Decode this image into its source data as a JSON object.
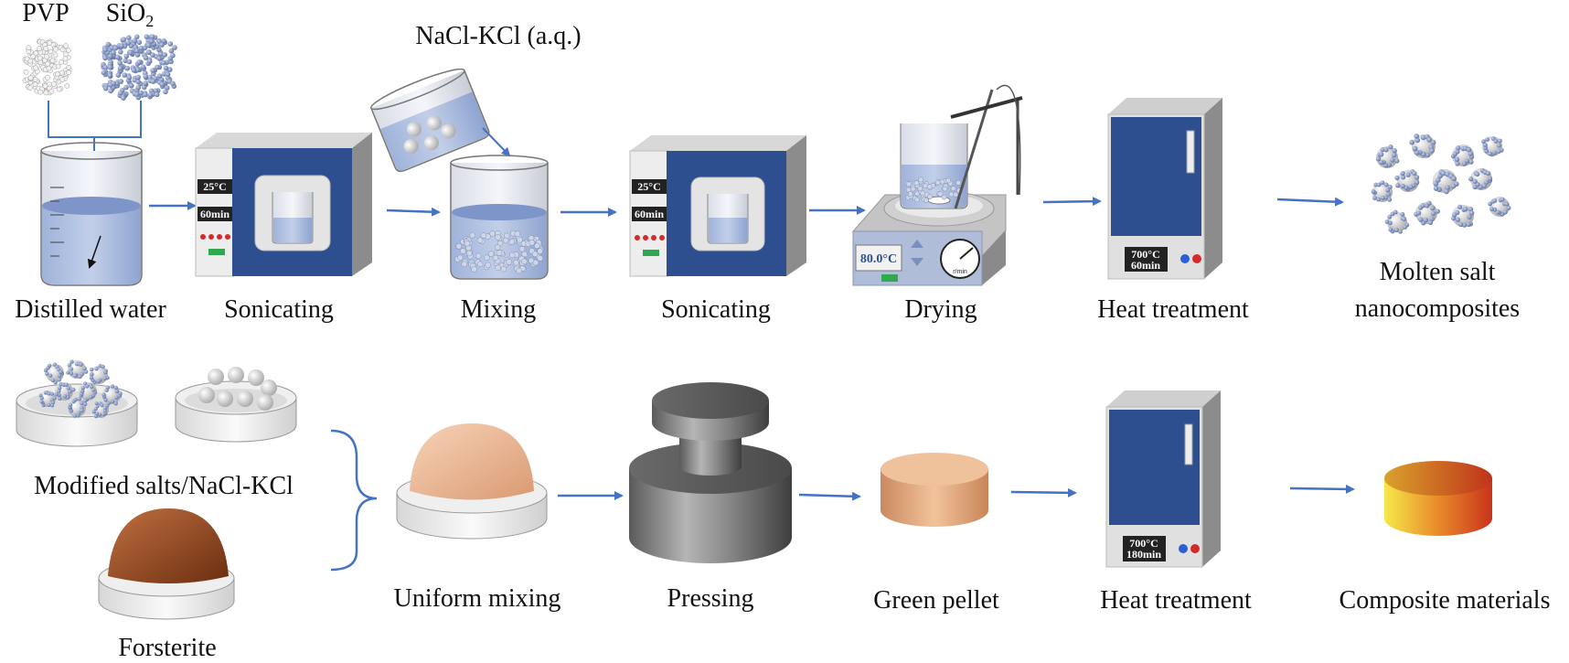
{
  "inputs": {
    "pvp": "PVP",
    "sio2_base": "SiO",
    "sio2_sub": "2",
    "nacl_kcl": "NaCl-KCl (a.q.)"
  },
  "row1": {
    "distilled_water": "Distilled water",
    "sonicating_1": "Sonicating",
    "mixing": "Mixing",
    "sonicating_2": "Sonicating",
    "drying": "Drying",
    "heat_treatment": "Heat treatment",
    "molten_salt_line1": "Molten salt",
    "molten_salt_line2": "nanocomposites"
  },
  "row2": {
    "modified_salts": "Modified salts/NaCl-KCl",
    "forsterite": "Forsterite",
    "uniform_mixing": "Uniform mixing",
    "pressing": "Pressing",
    "green_pellet": "Green pellet",
    "heat_treatment": "Heat treatment",
    "composite_materials": "Composite materials"
  },
  "displays": {
    "sonicator1_temp": "25°C",
    "sonicator1_time": "60min",
    "sonicator2_temp": "25°C",
    "sonicator2_time": "60min",
    "hotplate_temp": "80.0°C",
    "hotplate_unit": "r/min",
    "furnace1_temp": "700°C",
    "furnace1_time": "60min",
    "furnace2_temp": "700°C",
    "furnace2_time": "180min"
  },
  "colors": {
    "arrow": "#4472c4",
    "device_blue": "#2e4f8f",
    "liquid": "#8fa9d8",
    "particle": "#8a9cc8"
  }
}
